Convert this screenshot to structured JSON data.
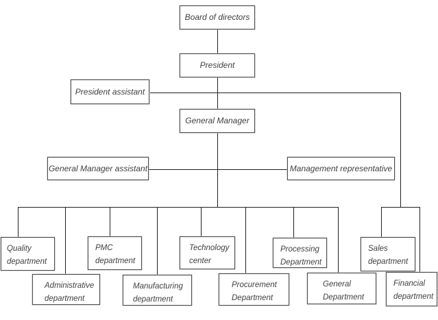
{
  "diagram": {
    "type": "org-chart",
    "background": "#ffffff",
    "line_color": "#1f1f1f",
    "box_border_color": "#4d4d4d",
    "text_color": "#3f3f3f"
  },
  "nodes": {
    "board": "Board of directors",
    "president": "President",
    "president_assistant": "President assistant",
    "general_manager": "General Manager",
    "general_manager_assistant": "General Manager assistant",
    "management_representative": "Management representative",
    "quality": "Quality department",
    "administrative": "Administrative department",
    "pmc": "PMC department",
    "manufacturing": "Manufacturing department",
    "technology": "Technology center",
    "procurement": "Procurement Department",
    "processing": "Processing Department",
    "general_department": "General Department",
    "sales": "Sales department",
    "financial": "Financial department"
  },
  "hierarchy": {
    "root": "Board of directors",
    "levels": [
      [
        "Board of directors"
      ],
      [
        "President"
      ],
      [
        "President assistant"
      ],
      [
        "General Manager"
      ],
      [
        "General Manager assistant",
        "Management representative"
      ],
      [
        "Quality department",
        "Administrative department",
        "PMC department",
        "Manufacturing department",
        "Technology center",
        "Procurement Department",
        "Processing Department",
        "General Department",
        "Sales department",
        "Financial department"
      ]
    ]
  }
}
